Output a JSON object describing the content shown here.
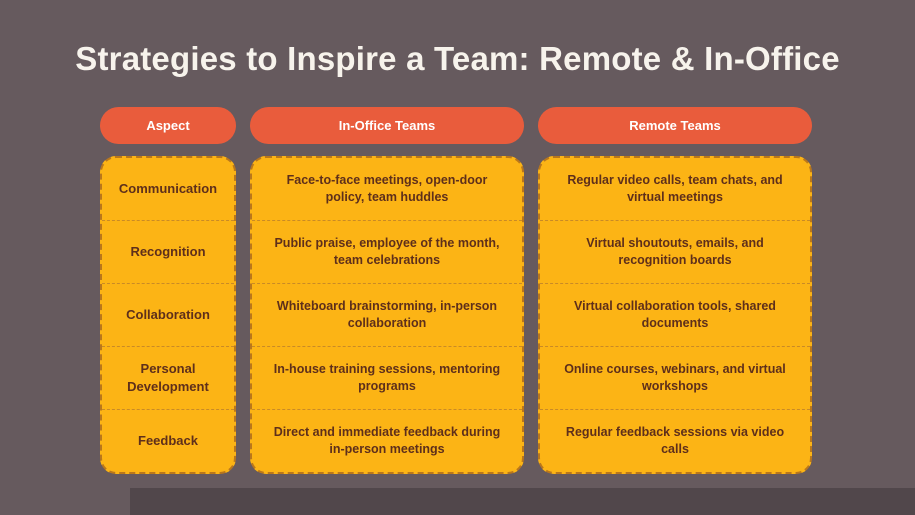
{
  "title": "Strategies to Inspire a Team: Remote & In-Office",
  "table": {
    "headers": {
      "aspect": "Aspect",
      "in_office": "In-Office Teams",
      "remote": "Remote Teams"
    },
    "rows": [
      {
        "aspect": "Communication",
        "in_office": "Face-to-face meetings, open-door policy, team huddles",
        "remote": "Regular video calls, team chats, and virtual meetings"
      },
      {
        "aspect": "Recognition",
        "in_office": "Public praise, employee of the month, team celebrations",
        "remote": "Virtual shoutouts, emails, and recognition boards"
      },
      {
        "aspect": "Collaboration",
        "in_office": "Whiteboard brainstorming, in-person collaboration",
        "remote": "Virtual collaboration tools, shared documents"
      },
      {
        "aspect": "Personal Development",
        "in_office": "In-house training sessions, mentoring programs",
        "remote": "Online courses, webinars, and virtual workshops"
      },
      {
        "aspect": "Feedback",
        "in_office": "Direct and immediate feedback during in-person meetings",
        "remote": "Regular feedback sessions via video calls"
      }
    ]
  },
  "colors": {
    "background": "#665A5E",
    "header_pill": "#E95C3C",
    "panel": "#FCB415",
    "panel_border": "#B9771C",
    "header_text": "#FFFFFF",
    "cell_text": "#5E2F1B",
    "title_text": "#F7F3EC",
    "footer_band": "#51474B"
  }
}
